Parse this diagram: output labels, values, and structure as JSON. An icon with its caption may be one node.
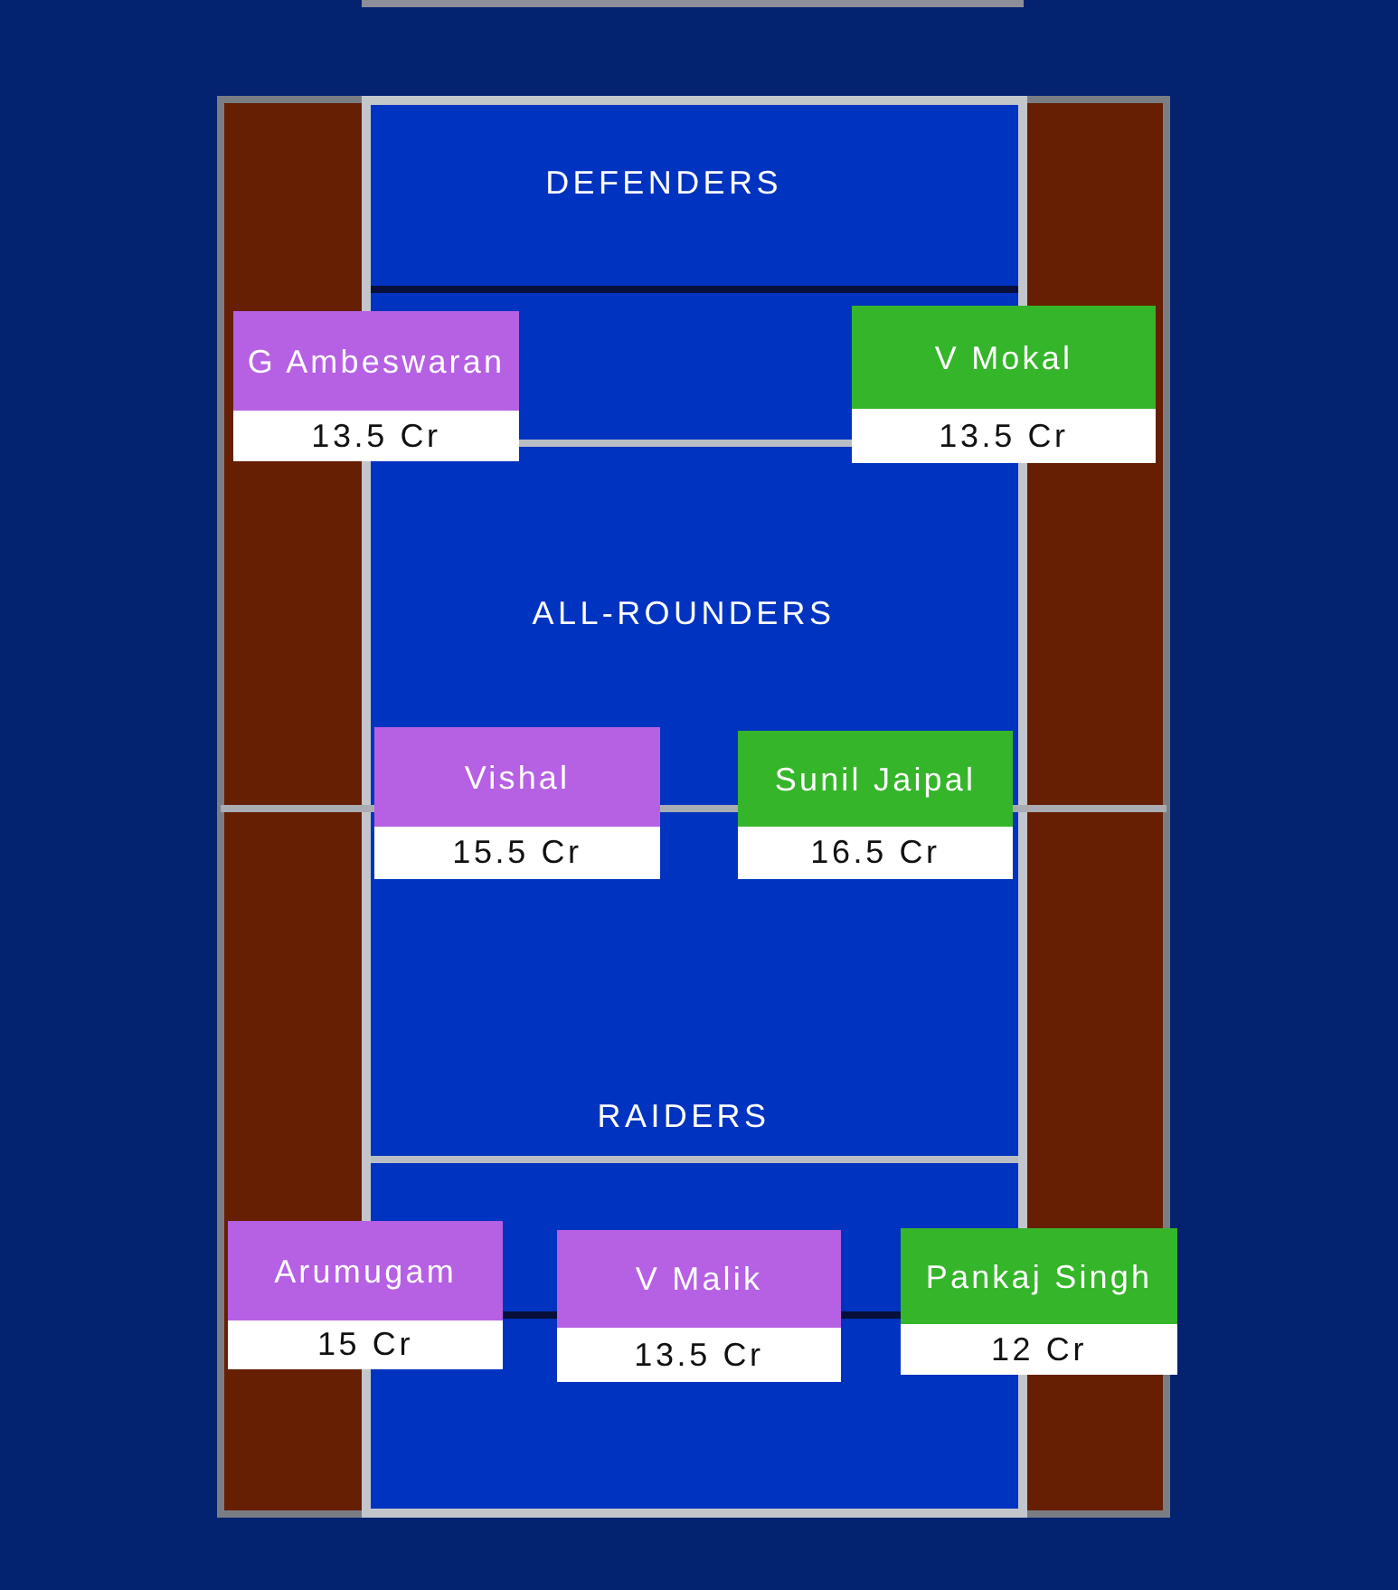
{
  "diagram": {
    "nodes": [
      {
        "text": [
          "G Ambeswaran",
          "13.5 Cr"
        ]
      },
      {
        "text": [
          "V Mokal",
          "13.5 Cr"
        ]
      },
      {
        "text": [
          "Vishal",
          "15.5 Cr"
        ]
      },
      {
        "text": [
          "Sunil Jaipal",
          "16.5 Cr"
        ]
      },
      {
        "text": [
          "Arumugam",
          "15 Cr"
        ]
      },
      {
        "text": [
          "V Malik",
          "13.5 Cr"
        ]
      },
      {
        "text": [
          "Pankaj Singh",
          "12 Cr"
        ]
      }
    ],
    "labels": [
      "DEFENDERS",
      "ALL-ROUNDERS",
      "RAIDERS"
    ]
  }
}
